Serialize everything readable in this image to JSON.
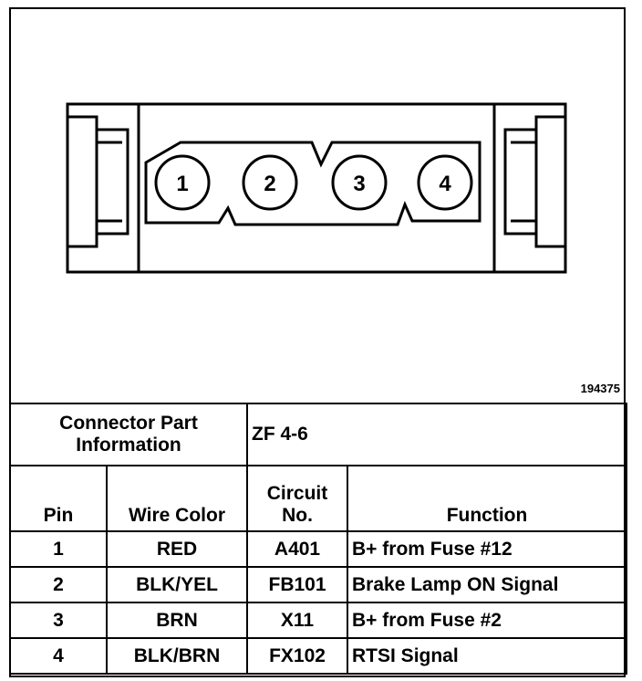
{
  "figure_id": "194375",
  "pins": [
    "1",
    "2",
    "3",
    "4"
  ],
  "connector_part_label": "Connector Part Information",
  "connector_part_value": "ZF 4-6",
  "columns": [
    "Pin",
    "Wire Color",
    "Circuit No.",
    "Function"
  ],
  "rows": [
    {
      "pin": "1",
      "wire_color": "RED",
      "circuit": "A401",
      "function": "B+ from Fuse #12"
    },
    {
      "pin": "2",
      "wire_color": "BLK/YEL",
      "circuit": "FB101",
      "function": "Brake Lamp ON Signal"
    },
    {
      "pin": "3",
      "wire_color": "BRN",
      "circuit": "X11",
      "function": "B+ from Fuse #2"
    },
    {
      "pin": "4",
      "wire_color": "BLK/BRN",
      "circuit": "FX102",
      "function": "RTSI Signal"
    }
  ]
}
